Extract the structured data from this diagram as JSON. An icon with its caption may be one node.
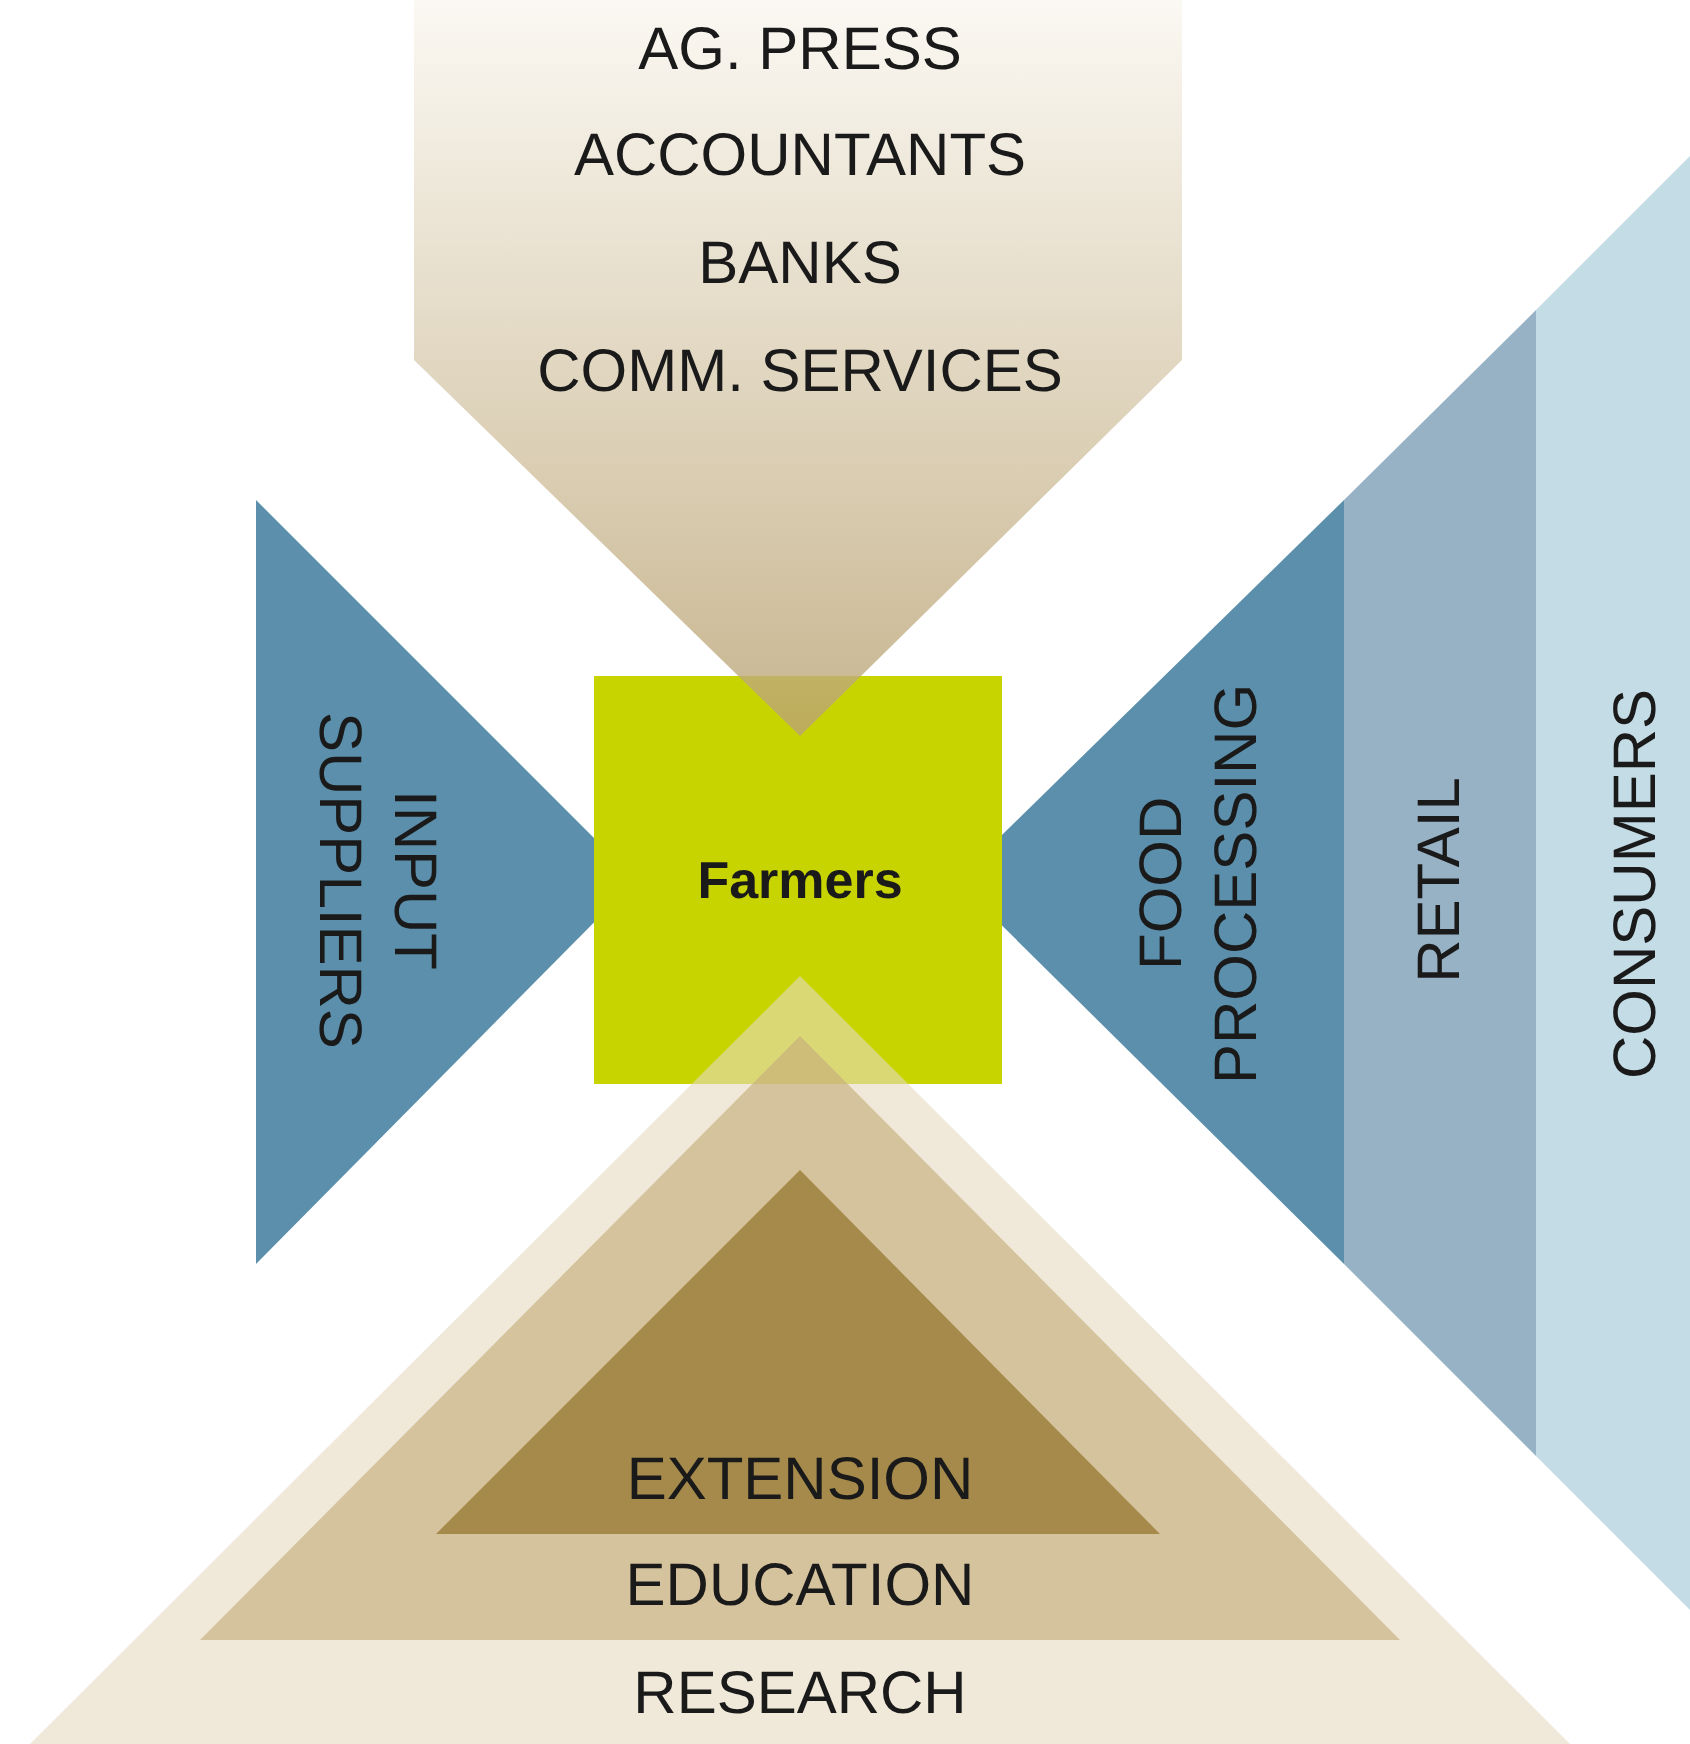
{
  "diagram": {
    "nodes": [
      {
        "text": [
          "AG. PRESS",
          "ACCOUNTANTS",
          "BANKS",
          "COMM. SERVICES"
        ]
      },
      {
        "text": [
          "INPUT SUPPLIERS"
        ]
      },
      {
        "text": [
          "Farmers"
        ]
      },
      {
        "text": [
          "FOOD PROCESSING"
        ]
      },
      {
        "text": [
          "RETAIL"
        ]
      },
      {
        "text": [
          "CONSUMERS"
        ]
      },
      {
        "text": [
          "RESEARCH"
        ]
      },
      {
        "text": [
          "EDUCATION"
        ],
        "in": 6
      },
      {
        "text": [
          "EXTENSION"
        ],
        "in": 7
      }
    ]
  }
}
